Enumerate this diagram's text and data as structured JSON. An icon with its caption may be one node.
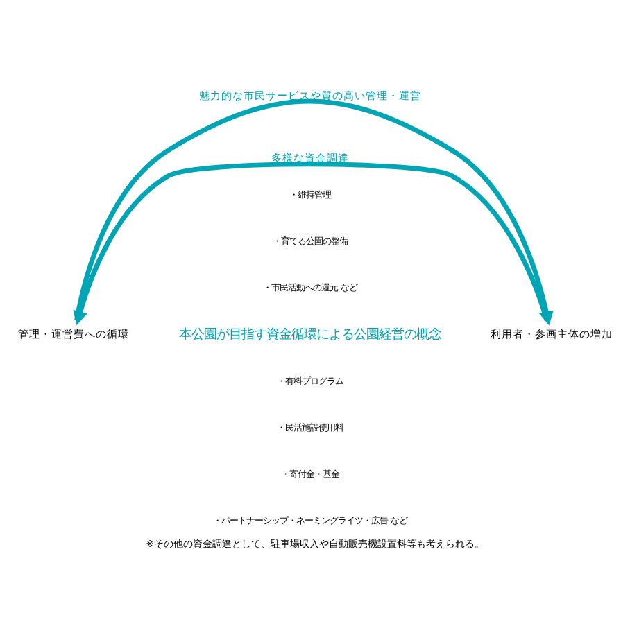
{
  "diagram": {
    "caption": "※その他の資金調達として、駐車場収入や自動販売機設置料等も考えられる。",
    "nodes": [
      {
        "text": [
          "管理・運営費への循環"
        ]
      },
      {
        "text": [
          "利用者・参画主体の増加"
        ]
      }
    ],
    "edges": [
      {
        "from": 0,
        "to": 1,
        "arrow": "to",
        "label": "魅力的な市民サービスや質の高い管理・運営"
      },
      {
        "from": 1,
        "to": 0,
        "arrow": "to",
        "label": "多様な資金調達"
      }
    ],
    "labels": [
      "・維持管理",
      "・育てる公園の整備",
      "・市民活動への還元 など",
      "本公園が目指す資金循環による公園経営の概念",
      "・有料プログラム",
      "・民活施設使用料",
      "・寄付金・基金",
      "・パートナーシップ・ネーミングライツ・広告 など"
    ]
  }
}
